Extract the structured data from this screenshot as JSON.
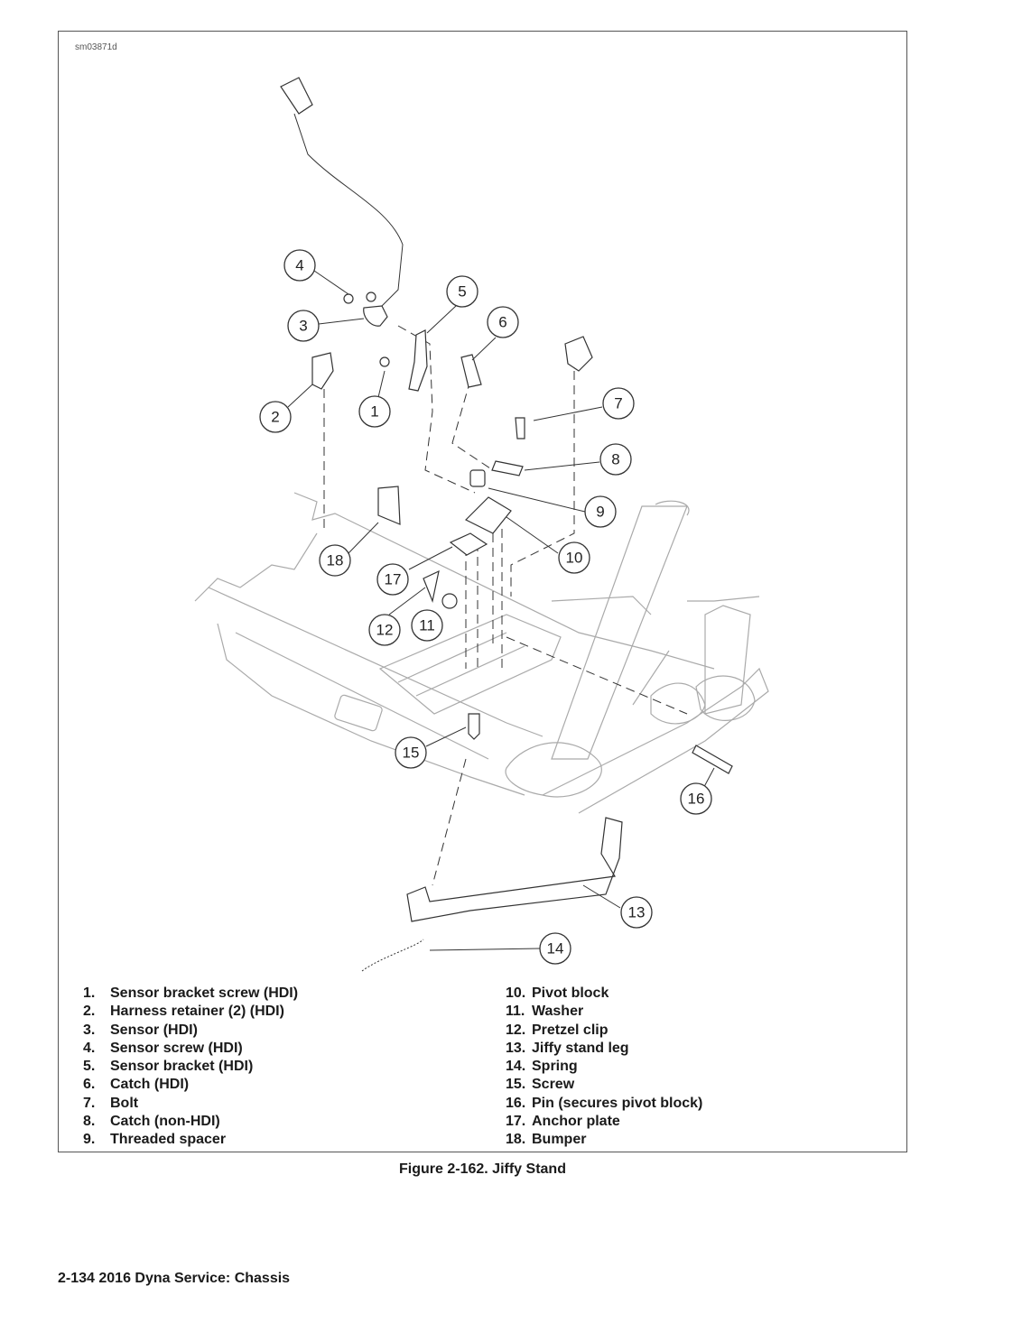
{
  "figure": {
    "id_label": "sm03871d",
    "callouts": [
      "1",
      "2",
      "3",
      "4",
      "5",
      "6",
      "7",
      "8",
      "9",
      "10",
      "11",
      "12",
      "13",
      "14",
      "15",
      "16",
      "17",
      "18"
    ],
    "legend_left": [
      {
        "num": "1.",
        "label": "Sensor bracket screw (HDI)"
      },
      {
        "num": "2.",
        "label": "Harness retainer (2) (HDI)"
      },
      {
        "num": "3.",
        "label": "Sensor (HDI)"
      },
      {
        "num": "4.",
        "label": "Sensor screw (HDI)"
      },
      {
        "num": "5.",
        "label": "Sensor bracket (HDI)"
      },
      {
        "num": "6.",
        "label": "Catch (HDI)"
      },
      {
        "num": "7.",
        "label": "Bolt"
      },
      {
        "num": "8.",
        "label": "Catch (non-HDI)"
      },
      {
        "num": "9.",
        "label": "Threaded spacer"
      }
    ],
    "legend_right": [
      {
        "num": "10.",
        "label": "Pivot block"
      },
      {
        "num": "11.",
        "label": "Washer"
      },
      {
        "num": "12.",
        "label": "Pretzel clip"
      },
      {
        "num": "13.",
        "label": "Jiffy stand leg"
      },
      {
        "num": "14.",
        "label": "Spring"
      },
      {
        "num": "15.",
        "label": "Screw"
      },
      {
        "num": "16.",
        "label": "Pin (secures pivot block)"
      },
      {
        "num": "17.",
        "label": "Anchor plate"
      },
      {
        "num": "18.",
        "label": "Bumper"
      }
    ],
    "caption": "Figure 2-162. Jiffy Stand"
  },
  "footer": {
    "text": "2-134  2016 Dyna Service:  Chassis"
  }
}
